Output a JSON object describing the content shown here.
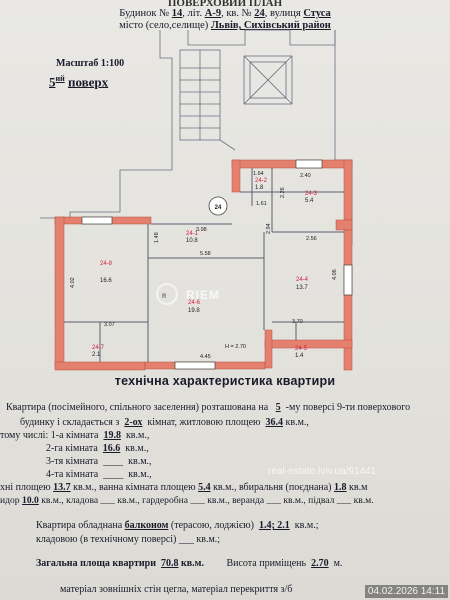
{
  "header": {
    "line1": "ПОВЕРХОВИЙ ПЛАН",
    "line2_prefix": "Будинок №",
    "house_no": "14",
    "lit_label": ", літ.",
    "lit": "А-9",
    "apt_label": ", кв. №",
    "apt": "24",
    "street_label": ", вулиця",
    "street": "Стуса",
    "line3_prefix": "місто (село,селище)",
    "city": "Львів, Сихівський район"
  },
  "scale": "Масштаб 1:100",
  "floor": {
    "number": "5",
    "suffix": "ий",
    "label": "поверх"
  },
  "plan": {
    "apartment_marker": "24",
    "rooms": [
      {
        "code": "24-1",
        "area": "10.8"
      },
      {
        "code": "24-2",
        "area": "1.8"
      },
      {
        "code": "24-3",
        "area": "5.4"
      },
      {
        "code": "24-4",
        "area": "13.7"
      },
      {
        "code": "24-5",
        "area": "1.4"
      },
      {
        "code": "24-6",
        "area": "19.8"
      },
      {
        "code": "24-7",
        "area": "2.1"
      },
      {
        "code": "24-8",
        "area": "16.6"
      }
    ],
    "dims": [
      "1.64",
      "2.40",
      "1.61",
      "2.26",
      "3.98",
      "1.48",
      "2.56",
      "5.58",
      "2.94",
      "4.02",
      "4.06",
      "3.07",
      "3.70",
      "4.45",
      "H = 2.70"
    ]
  },
  "title": "технічна характеристика квартири",
  "text": {
    "l1a": "Квартира (посімейного, спільного заселення) розташована на",
    "l1v": "5",
    "l1b": "-му поверсі 9-ти поверхового",
    "l2a": "будинку і складається з",
    "l2v": "2-ох",
    "l2b": "кімнат,  житловою площею",
    "l2v2": "36.4",
    "l2c": "кв.м.,",
    "l3a": "тому числі: 1-а кімната",
    "l3v": "19.8",
    "l3b": "кв.м.,",
    "l4a": "2-га кімната",
    "l4v": "16.6",
    "l4b": "кв.м.,",
    "l5a": "3-тя кімната",
    "l5v": "____",
    "l5b": "кв.м.,",
    "l6a": "4-та кімната",
    "l6v": "____",
    "l6b": "кв.м.,",
    "l7a": "хні площею",
    "l7v": "13.7",
    "l7b": "кв.м., ванна кімната площею",
    "l7v2": "5.4",
    "l7c": "кв.м., вбиральня (поєднана)",
    "l7v3": "1.8",
    "l7d": "кв.м",
    "l8a": "идор",
    "l8v": "10.0",
    "l8b": "кв.м., кладова ___ кв.м., гардеробна ___ кв.м., веранда ___ кв.м., підвал ___ кв.м.",
    "l9a": "Квартира обладнана",
    "l9v": "балконом",
    "l9b": "(терасою, лоджією)",
    "l9v2": "1.4; 2.1",
    "l9c": "кв.м.;",
    "l10": "кладовою (в технічному поверсі) ___ кв.м.;",
    "l11a": "Загальна площа квартири",
    "l11v": "70.8",
    "l11b": "кв.м.",
    "l11c": "Висота приміщень",
    "l11v2": "2.70",
    "l11d": "м.",
    "l12": "матеріал зовнішніх стін цегла, матеріал перекриття з/б"
  },
  "watermark": {
    "text": "real-estate.lviv.ua/91441",
    "brand": "RIEM"
  },
  "photo_timestamp": "04.02.2026 14:11"
}
